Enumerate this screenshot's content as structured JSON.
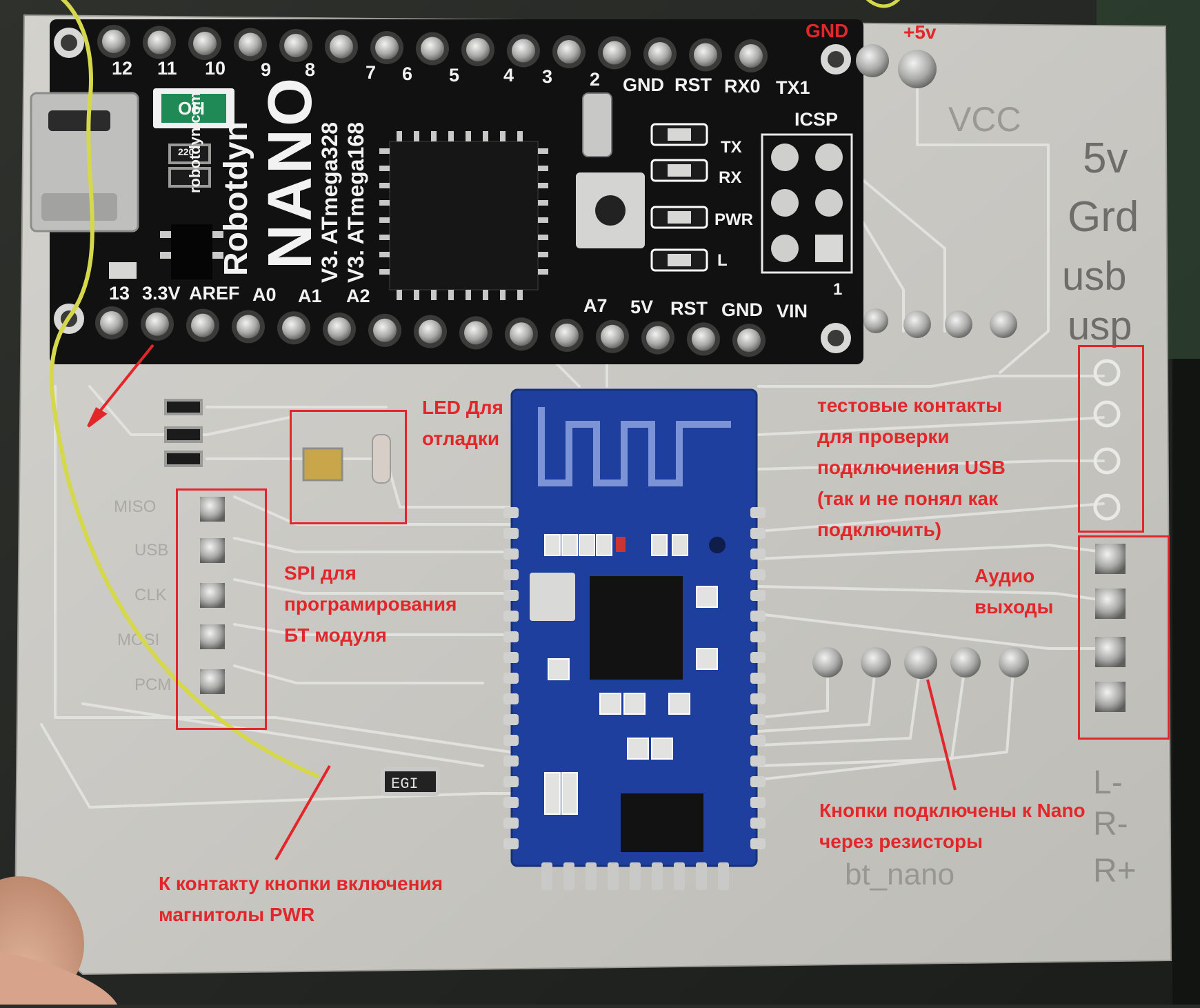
{
  "colors": {
    "annotation": "#e3262a",
    "pcb_substrate": "#c9c8c3",
    "arduino_board": "#121212",
    "bt_module": "#1f3f9e",
    "wire": "#d4d84a"
  },
  "annotations": {
    "gnd": "GND",
    "plus5v": "+5v",
    "led_debug": [
      "LED Для",
      "отладки"
    ],
    "test_contacts": [
      "тестовые контакты",
      "для проверки",
      "подключиения USB",
      "(так и не понял как",
      "подключить)"
    ],
    "spi": [
      "SPI для",
      "програмирования",
      "БТ модуля"
    ],
    "audio": [
      "Аудио",
      "выходы"
    ],
    "buttons": [
      "Кнопки подключены к Nano",
      "через резисторы"
    ],
    "power_button": [
      "К контакту кнопки включения",
      "магнитолы PWR"
    ]
  },
  "arduino": {
    "top_pins": [
      "12",
      "11",
      "10",
      "9",
      "8",
      "7",
      "6",
      "5",
      "4",
      "3",
      "2",
      "GND",
      "RST",
      "RX0",
      "TX1"
    ],
    "bottom_pins": [
      "13",
      "3.3V",
      "AREF",
      "A0",
      "A1",
      "A2",
      "A7",
      "5V",
      "RST",
      "GND",
      "VIN"
    ],
    "brand": "Robotdyn",
    "model": "NANO",
    "site": "robotdyn.com",
    "mcu1": "V3. ATmega328",
    "mcu2": "V3. ATmega168",
    "led_labels": [
      "TX",
      "RX",
      "PWR",
      "L"
    ],
    "icsp": "ICSP",
    "icsp_pin1": "1",
    "fuse_marking": "OH",
    "resistor_marking": "220"
  },
  "pcb_text": {
    "vcc": "VCC",
    "side_labels": [
      "5v",
      "Grd",
      "usb",
      "usp"
    ],
    "bottom_labels": [
      "L-",
      "R-",
      "R+"
    ],
    "signature": "bt_nano",
    "resistor_marking": "EGI",
    "spi_labels": [
      "MISO",
      "USB",
      "CLK",
      "MOSI",
      "PCM"
    ]
  }
}
